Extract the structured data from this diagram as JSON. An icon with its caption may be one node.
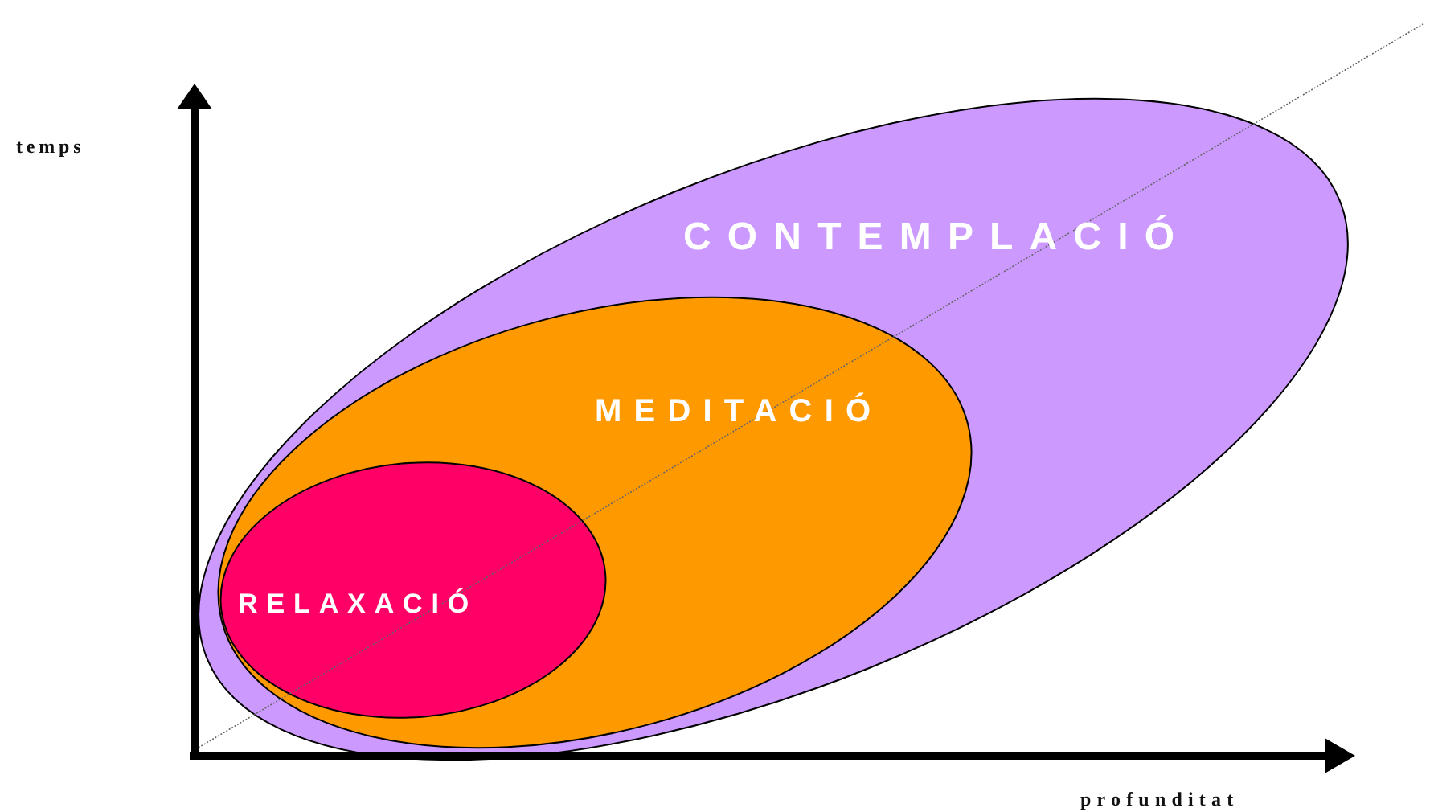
{
  "diagram": {
    "nodes": [
      {
        "text": [
          "CONTEMPLACIÓ"
        ]
      },
      {
        "text": [
          "MEDITACIÓ"
        ],
        "in": 0
      },
      {
        "text": [
          "RELAXACIÓ"
        ],
        "in": 1
      }
    ],
    "labels": [
      "temps",
      "profunditat"
    ]
  }
}
